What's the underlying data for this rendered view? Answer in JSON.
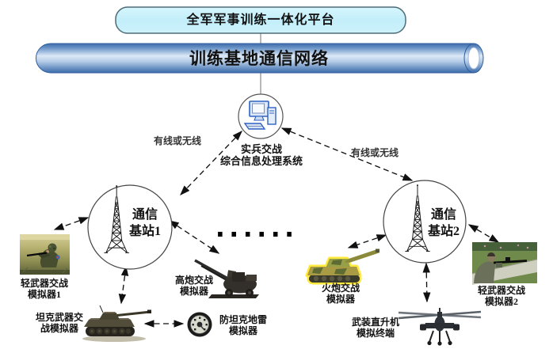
{
  "title": {
    "platform": "全军军事训练一体化平台",
    "network": "训练基地通信网络"
  },
  "processing_system": {
    "line1": "实兵交战",
    "line2": "综合信息处理系统"
  },
  "links": {
    "left_label": "有线或无线",
    "right_label": "有线或无线"
  },
  "stations": {
    "left": {
      "line1": "通信",
      "line2": "基站1"
    },
    "right": {
      "line1": "通信",
      "line2": "基站2"
    }
  },
  "separator_dots": "......",
  "devices": {
    "light_weapon_1": {
      "line1": "轻武器交战",
      "line2": "模拟器1"
    },
    "tank": {
      "line1": "坦克武器交",
      "line2": "战模拟器"
    },
    "aa_gun": {
      "line1": "高炮交战",
      "line2": "模拟器"
    },
    "mine": {
      "line1": "防坦克地雷",
      "line2": "模拟器"
    },
    "artillery": {
      "line1": "火炮交战",
      "line2": "模拟器"
    },
    "helicopter": {
      "line1": "武装直升机",
      "line2": "模拟终端"
    },
    "light_weapon_2": {
      "line1": "轻武器交战",
      "line2": "模拟器2"
    }
  }
}
